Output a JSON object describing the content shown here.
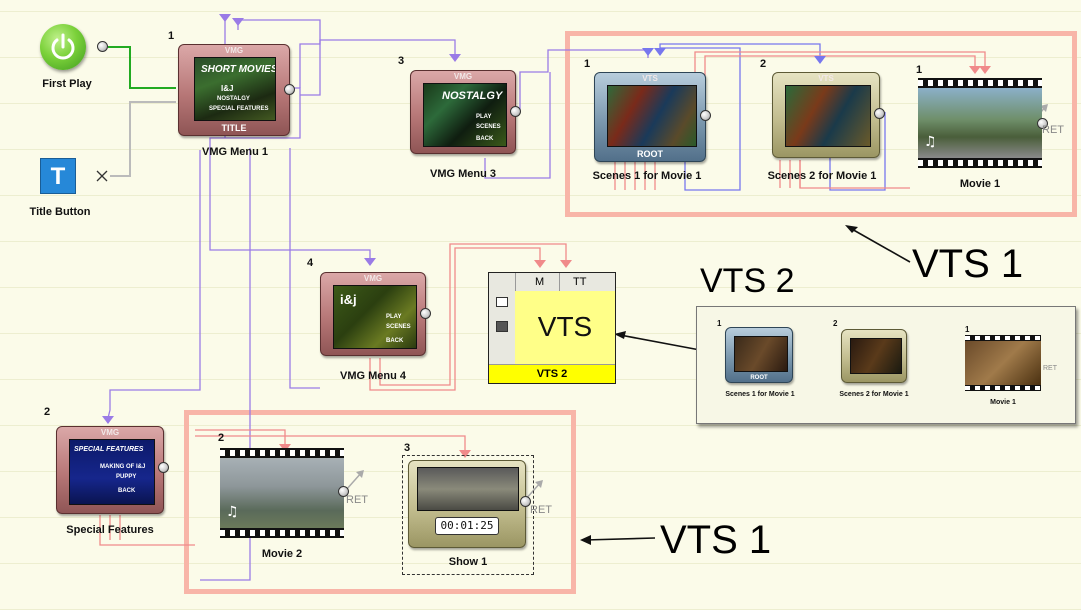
{
  "entry": {
    "first_play_label": "First Play",
    "title_button_label": "Title Button",
    "title_button_glyph": "T"
  },
  "vmg_header": "VMG",
  "vts_header": "VTS",
  "menus": {
    "vmg1": {
      "number": "1",
      "caption": "VMG Menu 1",
      "footer": "TITLE",
      "screen_title": "SHORT MOVIES",
      "screen_lines": [
        "I&J",
        "NOSTALGY",
        "SPECIAL FEATURES"
      ]
    },
    "vmg3": {
      "number": "3",
      "caption": "VMG Menu 3",
      "screen_title": "NOSTALGY",
      "screen_lines": [
        "PLAY",
        "SCENES",
        "BACK"
      ]
    },
    "vmg4": {
      "number": "4",
      "caption": "VMG Menu 4",
      "screen_title": "i&j",
      "screen_lines": [
        "PLAY",
        "SCENES",
        "BACK"
      ]
    },
    "special": {
      "number": "2",
      "caption": "Special Features",
      "screen_title": "SPECIAL FEATURES",
      "screen_lines": [
        "MAKING OF I&J",
        "PUPPY",
        "BACK"
      ]
    },
    "scenes1": {
      "number": "1",
      "caption": "Scenes 1 for Movie 1",
      "footer": "ROOT"
    },
    "scenes2": {
      "number": "2",
      "caption": "Scenes 2 for Movie 1"
    }
  },
  "titles": {
    "movie1": {
      "number": "1",
      "caption": "Movie 1",
      "ret": "RET"
    },
    "movie2": {
      "number": "2",
      "caption": "Movie 2",
      "ret": "RET"
    },
    "show1": {
      "number": "3",
      "caption": "Show 1",
      "ret": "RET",
      "timecode": "00:01:25"
    }
  },
  "vts2_panel": {
    "columns": [
      "M",
      "TT"
    ],
    "center_label": "VTS",
    "footer_label": "VTS 2"
  },
  "vts2_thumb": {
    "scenes1": {
      "number": "1",
      "caption": "Scenes 1 for Movie 1",
      "footer": "ROOT"
    },
    "scenes2": {
      "number": "2",
      "caption": "Scenes 2 for Movie 1"
    },
    "movie1": {
      "number": "1",
      "caption": "Movie 1",
      "ret": "RET"
    }
  },
  "callouts": {
    "vts1_top": "VTS 1",
    "vts2": "VTS 2",
    "vts1_bottom": "VTS 1"
  },
  "colors": {
    "link_purple": "#9a7be6",
    "link_red": "#f08a8a",
    "link_blue": "#7777ee",
    "link_green": "#22aa22",
    "link_gray": "#bbbbbb",
    "vts_box_border": "#f8b5a8",
    "vts2_panel_bg": "#ffff88"
  }
}
